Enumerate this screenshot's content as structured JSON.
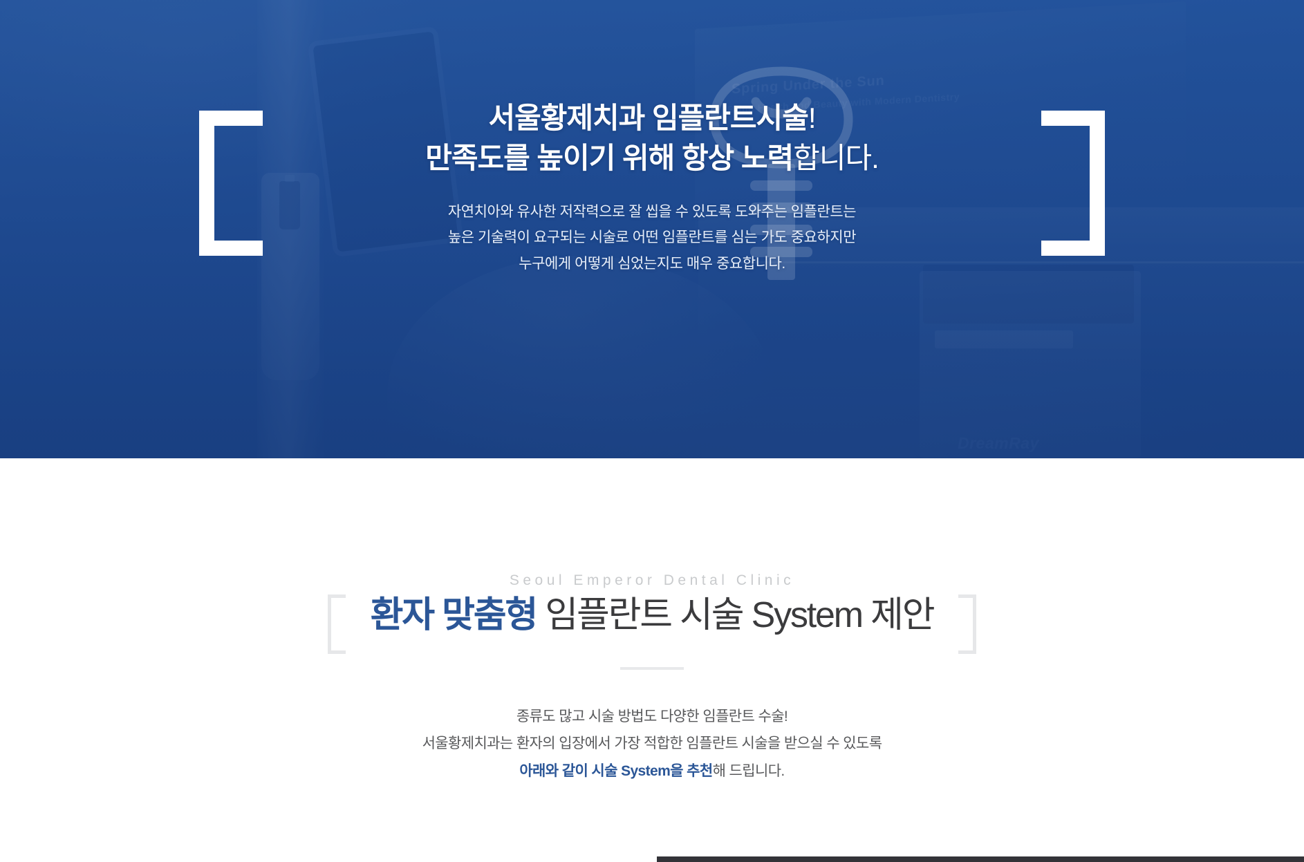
{
  "hero": {
    "brackets": {
      "left": "[",
      "right": "]"
    },
    "watermark_icon": "dental-implant-icon",
    "title_line1_bold": "서울황제치과 임플란트시술",
    "title_line1_normal": "!",
    "title_line2_bold": "만족도를 높이기 위해 항상 노력",
    "title_line2_normal": "합니다.",
    "body_line1": "자연치아와 유사한 저작력으로 잘 씹을 수 있도록 도와주는 임플란트는",
    "body_line2": "높은 기술력이 요구되는 시술로 어떤 임플란트를 심는 가도 중요하지만",
    "body_line3": "누구에게 어떻게 심었는지도 매우 중요합니다.",
    "photo": {
      "banner_text_1": "Spring Under the Sun",
      "banner_text_2": "Bring Health and Beauty with Modern Dentistry",
      "cart_logo": "DreamRay"
    }
  },
  "section": {
    "eyebrow": "Seoul Emperor Dental Clinic",
    "title_highlight": "환자 맞춤형",
    "title_rest": " 임플란트 시술 System 제안",
    "body_line1": "종류도 많고 시술 방법도 다양한 임플란트 수술!",
    "body_line2": "서울황제치과는 환자의 입장에서 가장 적합한 임플란트 시술을 받으실 수 있도록",
    "body_line3_blue": "아래와 같이 시술 System을 추천",
    "body_line3_rest": "해 드립니다."
  },
  "colors": {
    "hero_blue": "#1d4a8e",
    "overlay_blue": "#204f98",
    "accent_blue": "#2b5697",
    "title_gray": "#3b3b3d",
    "body_gray": "#58595b",
    "eyebrow_gray": "#c9cbcd",
    "bracket_gray": "#e6e7e9",
    "bottom_bar": "#333338"
  }
}
